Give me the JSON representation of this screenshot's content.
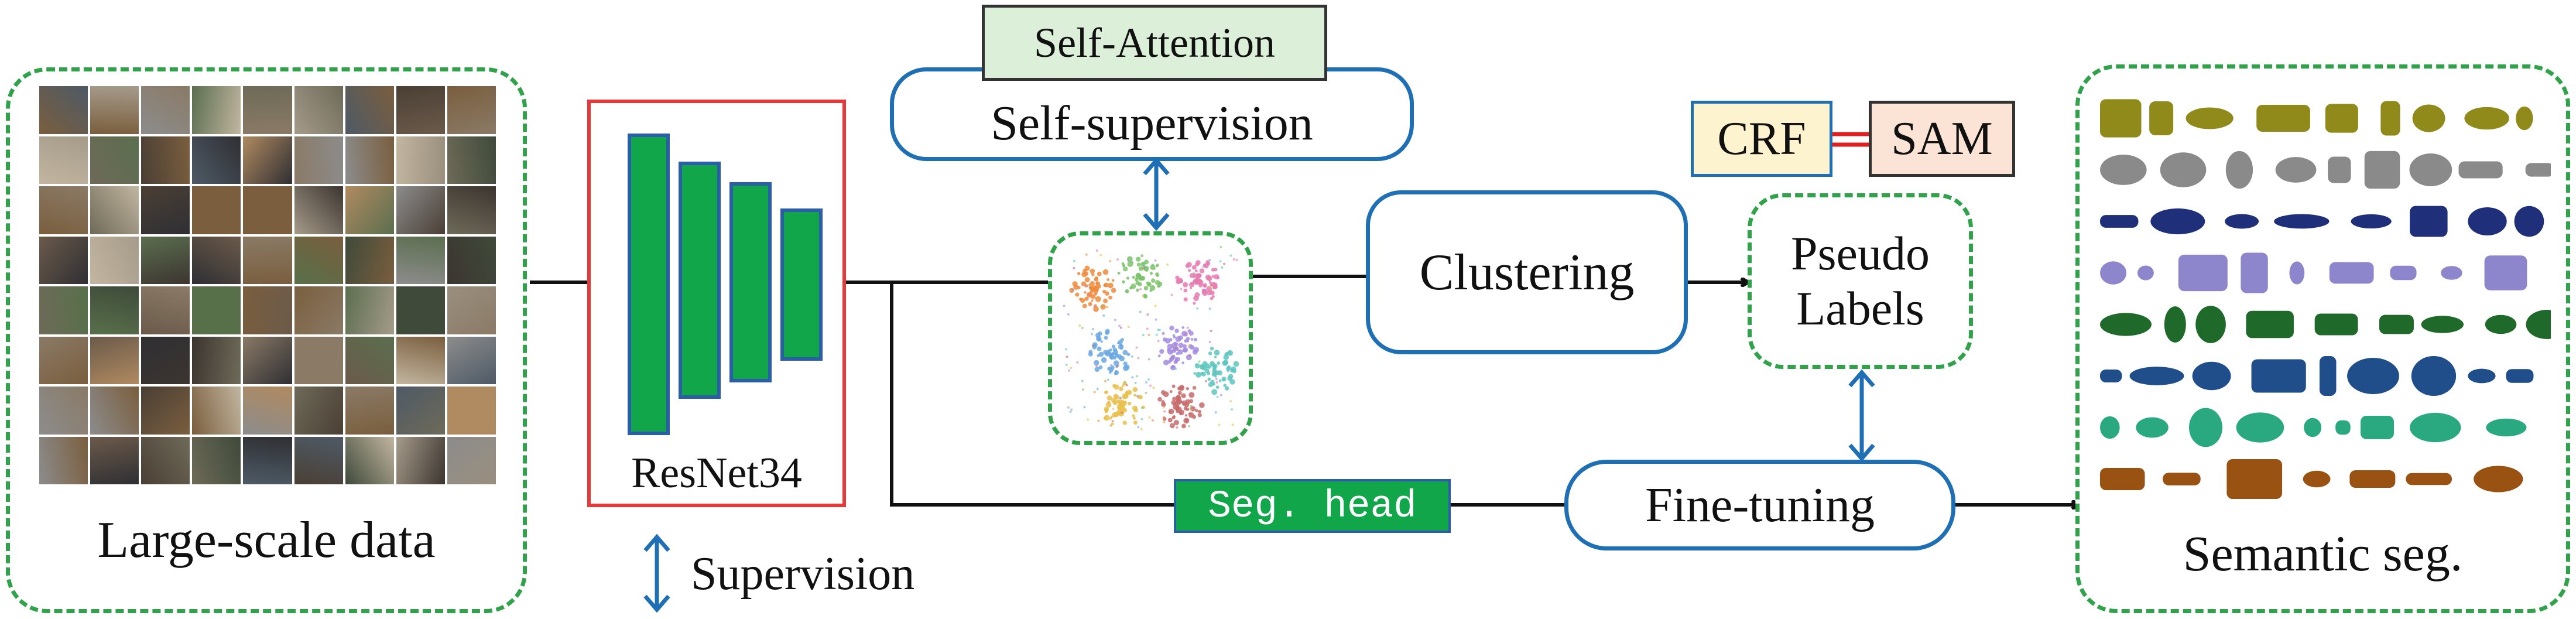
{
  "inputs": {
    "title": "Large-scale data"
  },
  "backbone": {
    "title": "ResNet34"
  },
  "self_attention": {
    "label": "Self-Attention"
  },
  "self_supervision": {
    "label": "Self-supervision"
  },
  "clustering": {
    "label": "Clustering"
  },
  "crf": {
    "label": "CRF"
  },
  "sam": {
    "label": "SAM"
  },
  "pseudo_labels": {
    "line1": "Pseudo",
    "line2": "Labels"
  },
  "seg_head": {
    "label": "Seg. head"
  },
  "fine_tuning": {
    "label": "Fine-tuning"
  },
  "output": {
    "title": "Semantic seg."
  },
  "legend": {
    "supervision": "Supervision"
  },
  "colors": {
    "green_dash": "#2fa24a",
    "backbone_green": "#11a64a",
    "backbone_border": "#2b5ea8",
    "blue": "#1f6fb5",
    "red": "#e02020",
    "crf_bg": "#fdf3cf",
    "sam_bg": "#fbe4d6",
    "attention_bg": "#dcefd9"
  }
}
